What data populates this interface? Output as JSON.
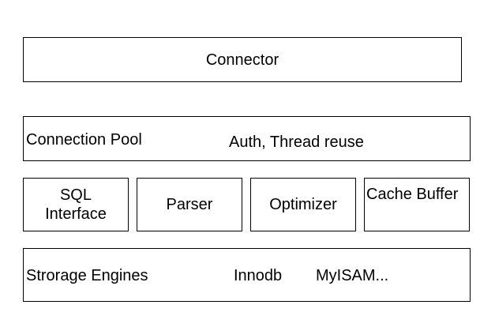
{
  "connector": {
    "label": "Connector"
  },
  "connection_layer": {
    "label": "Connection Pool",
    "detail": "Auth, Thread reuse"
  },
  "service_layer": {
    "sql_interface_line1": "SQL",
    "sql_interface_line2": "Interface",
    "parser": "Parser",
    "optimizer": "Optimizer",
    "cache_buffer": "Cache Buffer"
  },
  "storage_layer": {
    "label": "Strorage Engines",
    "engine_1": "Innodb",
    "engine_2": "MyISAM..."
  }
}
